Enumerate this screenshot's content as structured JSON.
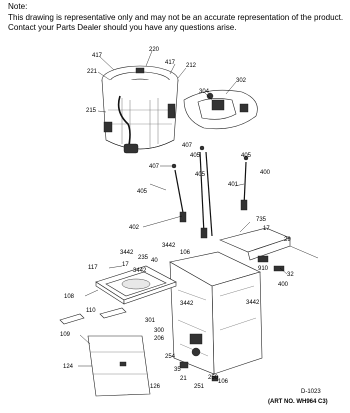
{
  "note": {
    "heading": "Note:",
    "line1": "This drawing is representative only and may not be an accurate representation of the product.",
    "line2": "Contact your Parts Dealer should you have any questions arise."
  },
  "callouts": [
    {
      "id": "c417a",
      "text": "417"
    },
    {
      "id": "c220",
      "text": "220"
    },
    {
      "id": "c221",
      "text": "221"
    },
    {
      "id": "c417b",
      "text": "417"
    },
    {
      "id": "c212",
      "text": "212"
    },
    {
      "id": "c215",
      "text": "215"
    },
    {
      "id": "c302",
      "text": "302"
    },
    {
      "id": "c304",
      "text": "304"
    },
    {
      "id": "c407a",
      "text": "407"
    },
    {
      "id": "c405a",
      "text": "405"
    },
    {
      "id": "c405b",
      "text": "405"
    },
    {
      "id": "c407b",
      "text": "407"
    },
    {
      "id": "c405c",
      "text": "405"
    },
    {
      "id": "c401",
      "text": "401"
    },
    {
      "id": "c400a",
      "text": "400"
    },
    {
      "id": "c405d",
      "text": "405"
    },
    {
      "id": "c402",
      "text": "402"
    },
    {
      "id": "c735",
      "text": "735"
    },
    {
      "id": "c17a",
      "text": "17"
    },
    {
      "id": "c29",
      "text": "29"
    },
    {
      "id": "c3442a",
      "text": "3442"
    },
    {
      "id": "c3442b",
      "text": "3442"
    },
    {
      "id": "c106a",
      "text": "106"
    },
    {
      "id": "c235",
      "text": "235"
    },
    {
      "id": "c40",
      "text": "40"
    },
    {
      "id": "c117",
      "text": "117"
    },
    {
      "id": "c17b",
      "text": "17"
    },
    {
      "id": "c3442c",
      "text": "3442"
    },
    {
      "id": "c910",
      "text": "910"
    },
    {
      "id": "c32",
      "text": "32"
    },
    {
      "id": "c400b",
      "text": "400"
    },
    {
      "id": "c108",
      "text": "108"
    },
    {
      "id": "c110",
      "text": "110"
    },
    {
      "id": "c3442d",
      "text": "3442"
    },
    {
      "id": "c3442e",
      "text": "3442"
    },
    {
      "id": "c301",
      "text": "301"
    },
    {
      "id": "c300",
      "text": "300"
    },
    {
      "id": "c206",
      "text": "206"
    },
    {
      "id": "c109",
      "text": "109"
    },
    {
      "id": "c254",
      "text": "254"
    },
    {
      "id": "c124",
      "text": "124"
    },
    {
      "id": "c35",
      "text": "35"
    },
    {
      "id": "c21",
      "text": "21"
    },
    {
      "id": "c250",
      "text": "250"
    },
    {
      "id": "c106b",
      "text": "106"
    },
    {
      "id": "c126",
      "text": "126"
    },
    {
      "id": "c251",
      "text": "251"
    }
  ],
  "footer": {
    "drawing_id": "D-1023",
    "art_number": "(ART NO. WH964 C3)"
  }
}
